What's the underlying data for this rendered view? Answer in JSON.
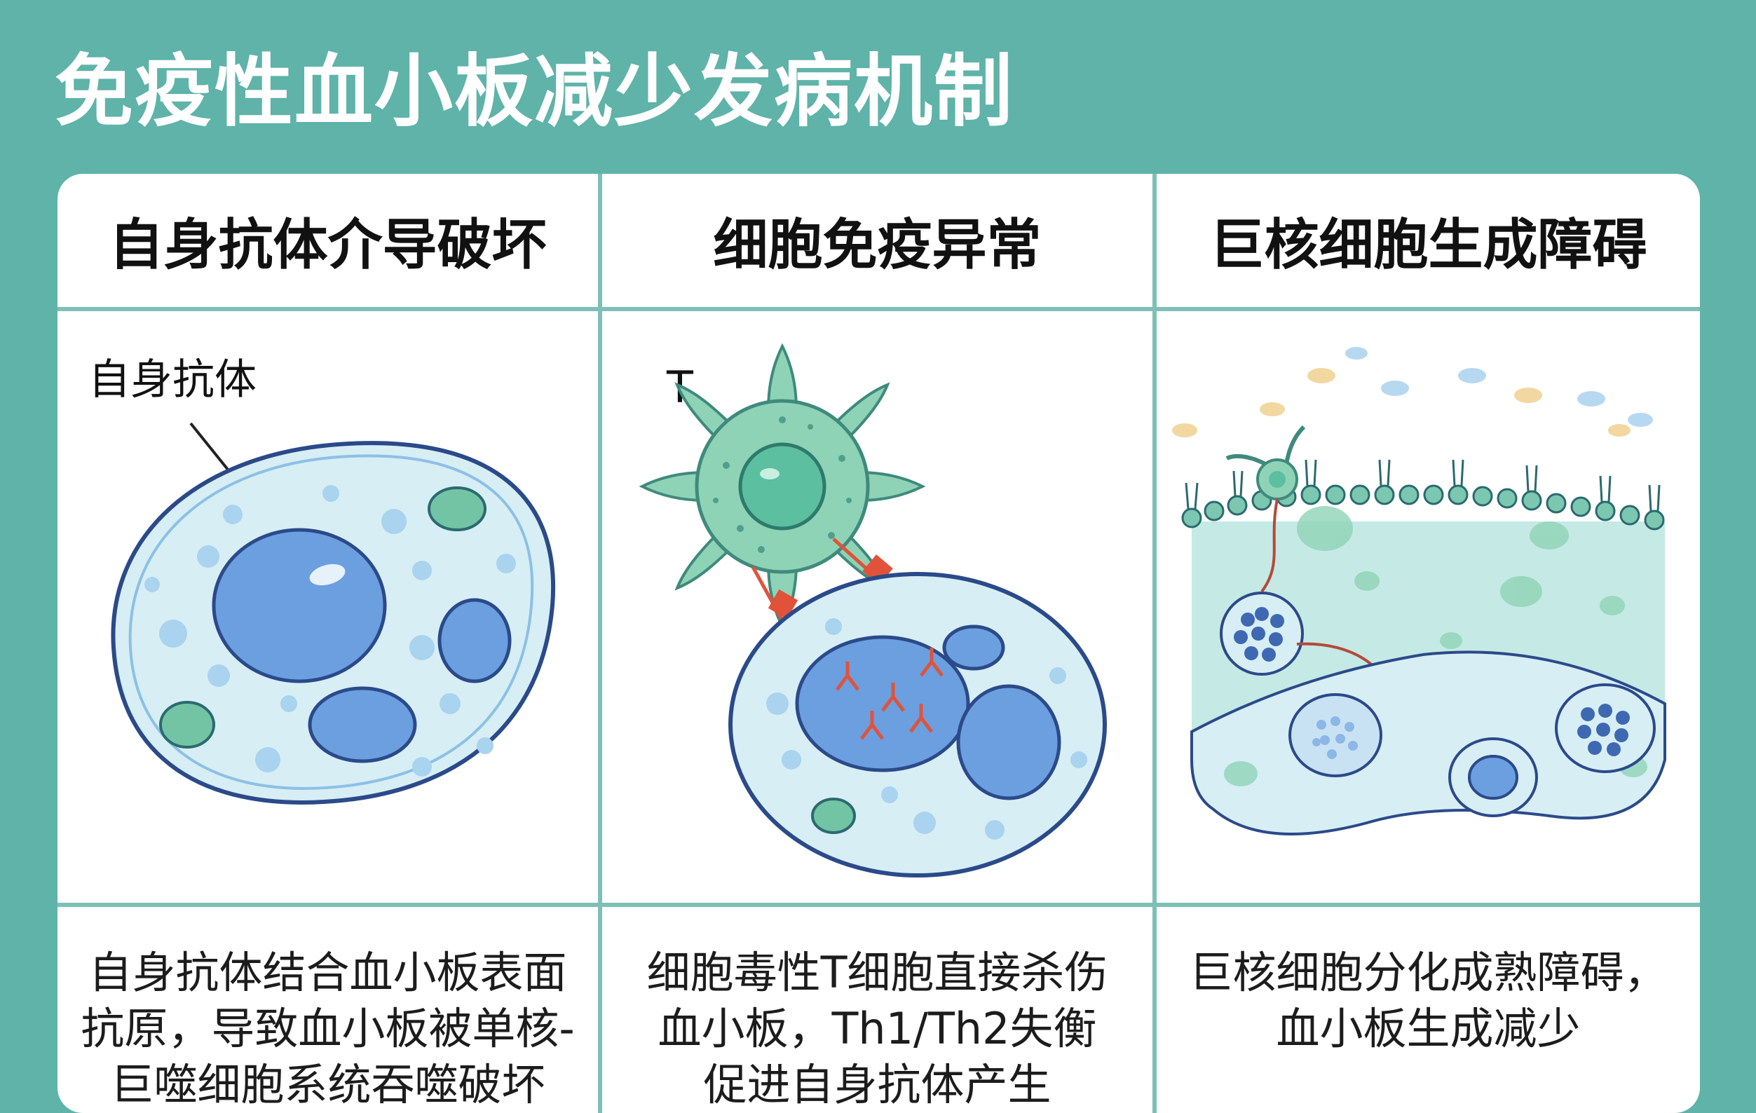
{
  "title": "免疫性血小板减少发病机制",
  "columns": [
    {
      "heading": "自身抗体介导破坏",
      "label": "自身抗体",
      "desc_lines": [
        "自身抗体结合血小板表面",
        "抗原，导致血小板被单核-",
        "巨噬细胞系统吞噬破坏"
      ]
    },
    {
      "heading": "细胞免疫异常",
      "label": "T",
      "desc_lines": [
        "细胞毒性T细胞直接杀伤",
        "血小板，Th1/Th2失衡",
        "促进自身抗体产生"
      ]
    },
    {
      "heading": "巨核细胞生成障碍",
      "desc_lines": [
        "巨核细胞分化成熟障碍，",
        "血小板生成减少"
      ]
    }
  ],
  "colors": {
    "background": "#5fb3a8",
    "panel": "#ffffff",
    "divider": "#7cc0b6",
    "cell_fill": "#d7eef5",
    "nucleus": "#6b9fe0",
    "arrow": "#e0533a"
  }
}
